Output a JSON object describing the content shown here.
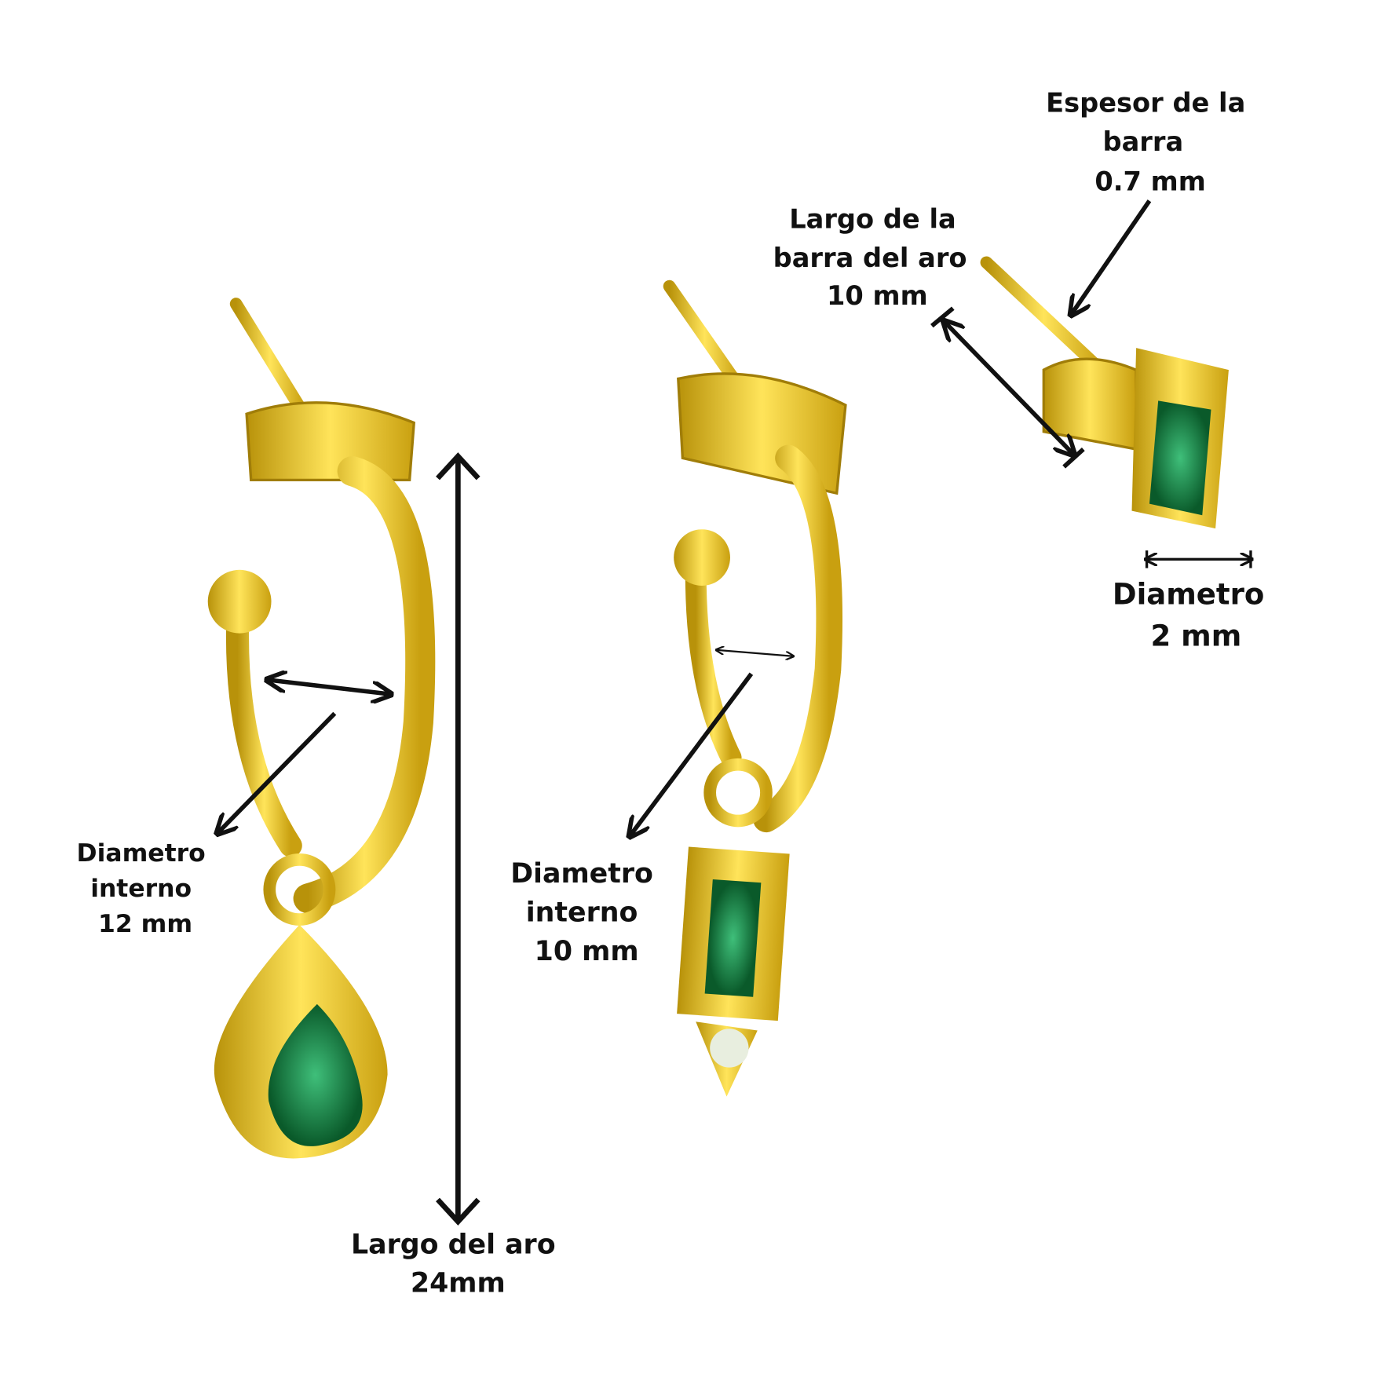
{
  "labels": {
    "bar_thickness": {
      "line1": "Espesor de la",
      "line2": "barra",
      "line3": "0.7 mm"
    },
    "bar_length": {
      "line1": "Largo de la",
      "line2": "barra del aro",
      "line3": "10 mm"
    },
    "stud_diameter": {
      "line1": "Diametro",
      "line2": "2 mm"
    },
    "inner_diameter_left": {
      "line1": "Diametro",
      "line2": "interno",
      "line3": "12 mm"
    },
    "inner_diameter_mid": {
      "line1": "Diametro",
      "line2": "interno",
      "line3": "10 mm"
    },
    "hoop_length": {
      "line1": "Largo del aro",
      "line2": "24mm"
    }
  },
  "colors": {
    "gold": "#e8c21a",
    "gold_dark": "#b8920a",
    "emerald": "#0f7a3c",
    "arrow": "#111111"
  }
}
